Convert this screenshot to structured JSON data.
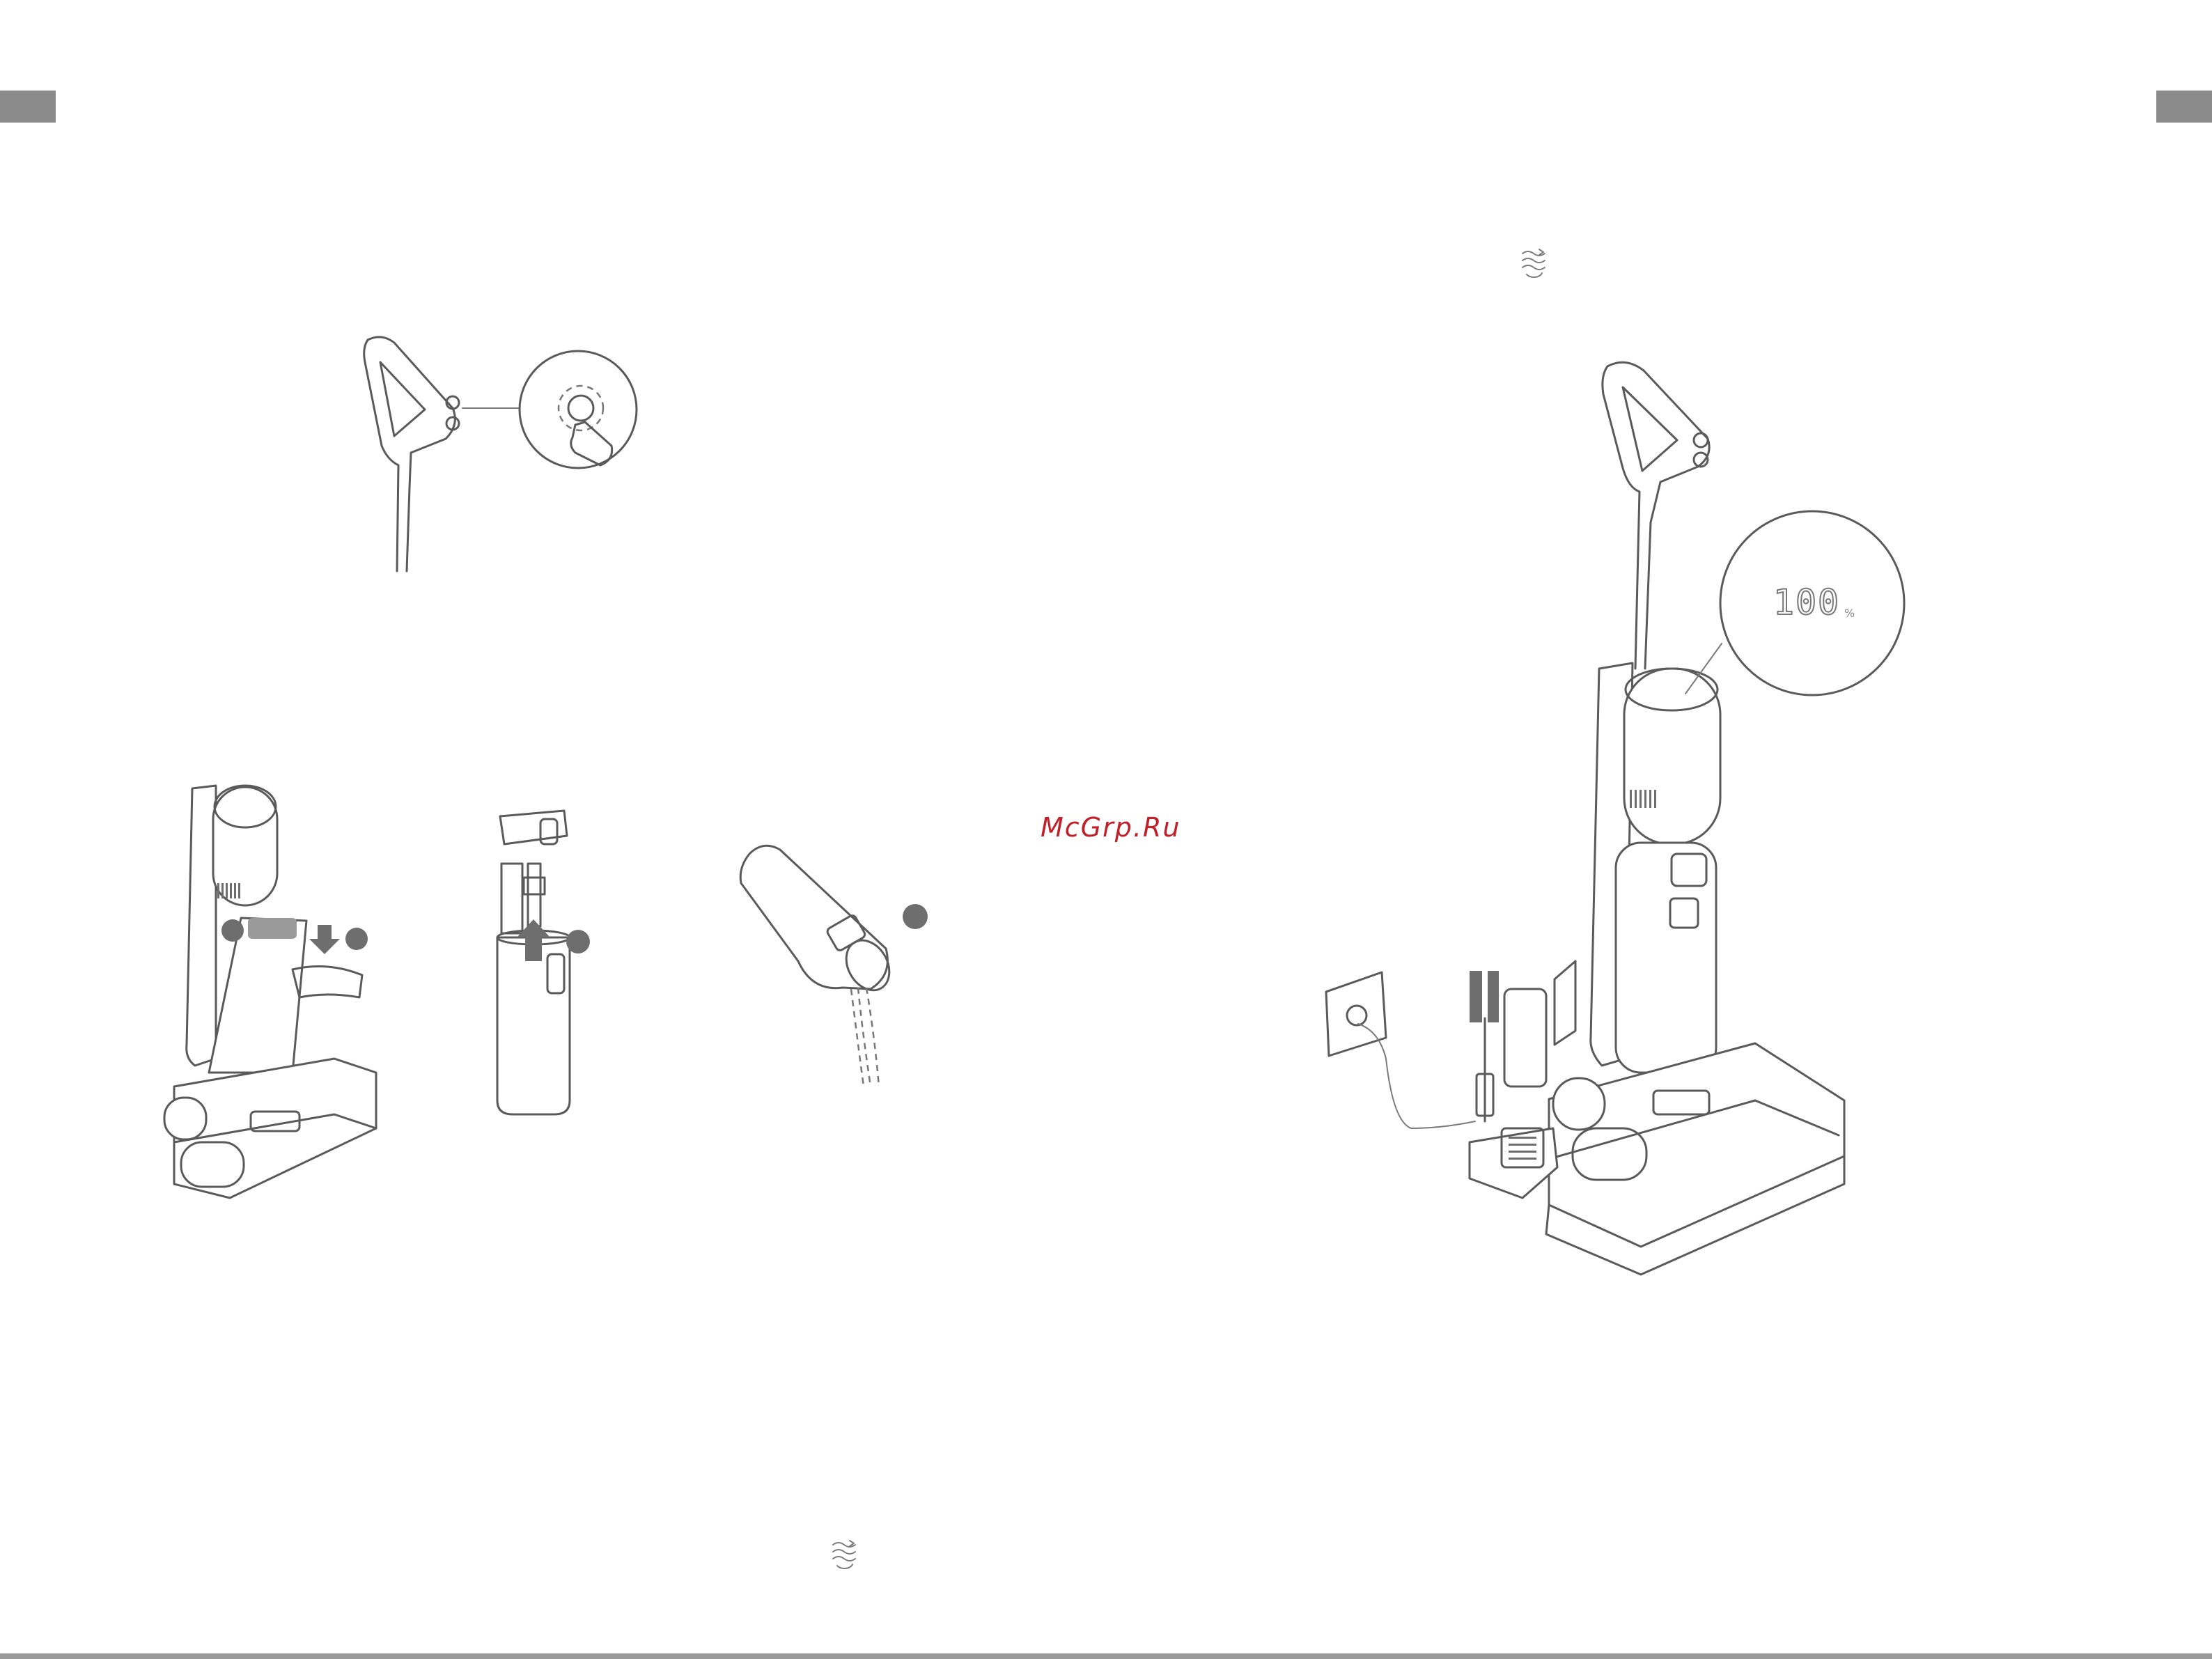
{
  "watermark": {
    "text": "McGrp.Ru",
    "color": "#c0202a"
  },
  "display": {
    "value": "100",
    "unit": "%"
  },
  "icons": {
    "page_icon_top": "self-clean-icon",
    "page_icon_bottom": "self-clean-icon",
    "badges": "step-badge"
  },
  "colors": {
    "line": "#5a5a5a",
    "tab": "#8a8a8a",
    "badge": "#6e6e6e"
  }
}
